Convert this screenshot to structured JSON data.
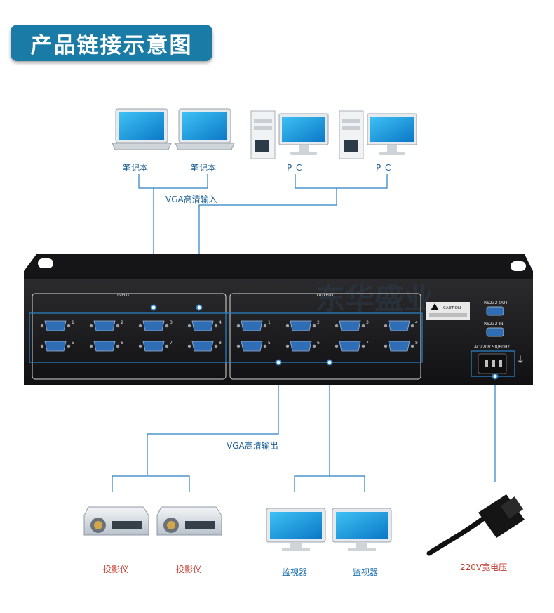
{
  "header": {
    "title": "产品链接示意图"
  },
  "inputs": {
    "laptops": [
      "笔记本",
      "笔记本"
    ],
    "pcs": [
      "P C",
      "P C"
    ],
    "group_label": "VGA高清输入"
  },
  "device": {
    "input_panel_label": "INPUT",
    "output_panel_label": "OUTPUT",
    "port_numbers": [
      "1",
      "2",
      "3",
      "4",
      "5",
      "6",
      "7",
      "8"
    ],
    "caution_label": "CAUTION",
    "rs232_out": "RS232 OUT",
    "rs232_in": "RS232 IN",
    "power_spec": "AC220V 50/60Hz",
    "watermark": "东华盛业"
  },
  "outputs": {
    "group_label": "VGA高清输出",
    "projectors": [
      "投影仪",
      "投影仪"
    ],
    "monitors": [
      "监视器",
      "监视器"
    ]
  },
  "power": {
    "label": "220V宽电压"
  },
  "colors": {
    "line": "#2a7fc0",
    "badge": "#1a7ca6",
    "text": "#1b5f95",
    "red": "#c0392b",
    "chassis": "#1c1c1e"
  }
}
